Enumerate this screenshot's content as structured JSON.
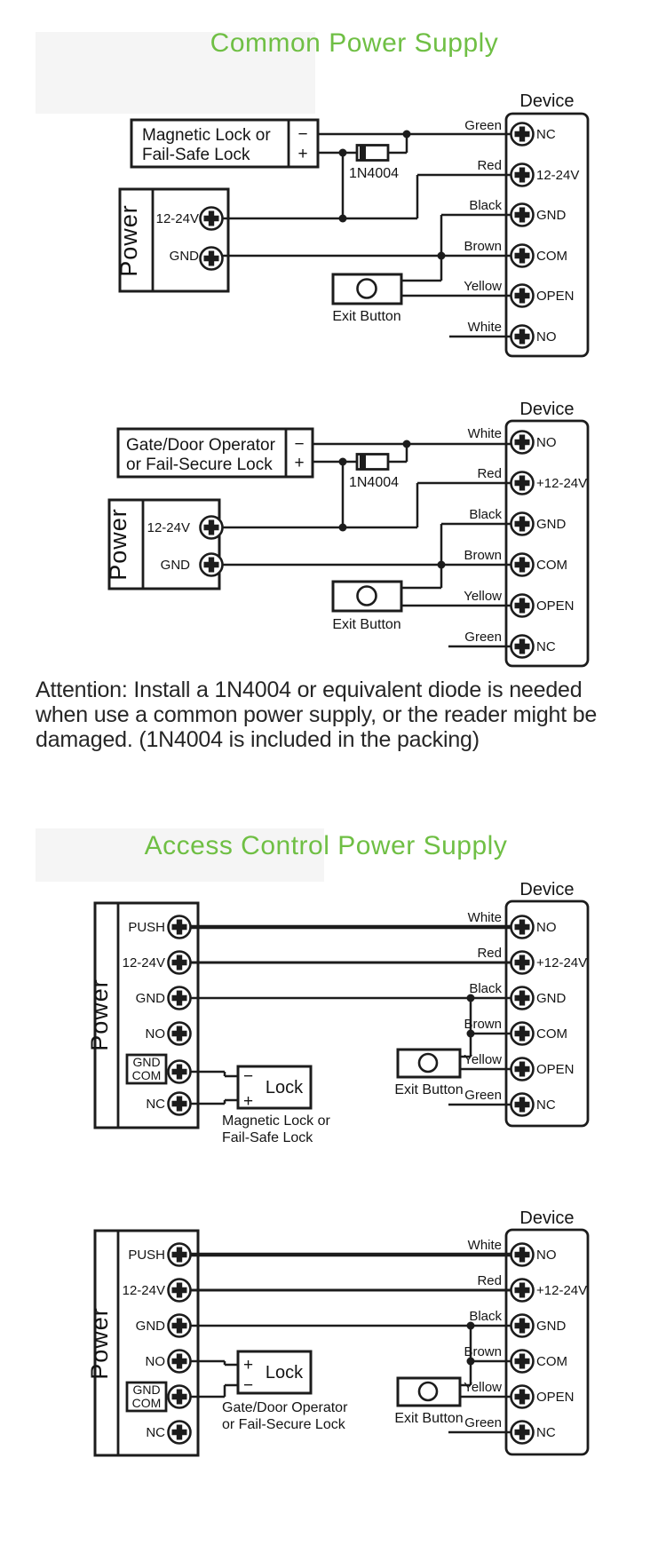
{
  "titles": {
    "common": "Common Power Supply",
    "access": "Access Control Power Supply"
  },
  "attention": {
    "line1": "Attention: Install a 1N4004 or equivalent diode is needed",
    "line2": "when use a common power supply, or the reader might be",
    "line3": "damaged. (1N4004 is included in the packing)"
  },
  "shared": {
    "device": "Device",
    "power": "Power",
    "exit_button": "Exit Button",
    "diode": "1N4004",
    "lock": "Lock",
    "minus": "−",
    "plus": "+",
    "gnd": "GND",
    "com": "COM"
  },
  "d1": {
    "lock_line1": "Magnetic Lock or",
    "lock_line2": "Fail-Safe Lock",
    "pwr": [
      "12-24V",
      "GND"
    ],
    "wires": [
      "Green",
      "Red",
      "Black",
      "Brown",
      "Yellow",
      "White"
    ],
    "dev": [
      "NC",
      "12-24V",
      "GND",
      "COM",
      "OPEN",
      "NO"
    ]
  },
  "d2": {
    "lock_line1": "Gate/Door Operator",
    "lock_line2": "or Fail-Secure Lock",
    "pwr": [
      "12-24V",
      "GND"
    ],
    "wires": [
      "White",
      "Red",
      "Black",
      "Brown",
      "Yellow",
      "Green"
    ],
    "dev": [
      "NO",
      "+12-24V",
      "GND",
      "COM",
      "OPEN",
      "NC"
    ]
  },
  "d3": {
    "cap_line1": "Magnetic Lock or",
    "cap_line2": "Fail-Safe Lock",
    "pwr": [
      "PUSH",
      "12-24V",
      "GND",
      "NO",
      "NC"
    ],
    "wires": [
      "White",
      "Red",
      "Black",
      "Brown",
      "Yellow",
      "Green"
    ],
    "dev": [
      "NO",
      "+12-24V",
      "GND",
      "COM",
      "OPEN",
      "NC"
    ]
  },
  "d4": {
    "cap_line1": "Gate/Door Operator",
    "cap_line2": "or Fail-Secure Lock",
    "pwr": [
      "PUSH",
      "12-24V",
      "GND",
      "NO",
      "NC"
    ],
    "wires": [
      "White",
      "Red",
      "Black",
      "Brown",
      "Yellow",
      "Green"
    ],
    "dev": [
      "NO",
      "+12-24V",
      "GND",
      "COM",
      "OPEN",
      "NC"
    ]
  },
  "colors": {
    "title_green": "#6fbf44",
    "ink": "#1c1c1c"
  }
}
